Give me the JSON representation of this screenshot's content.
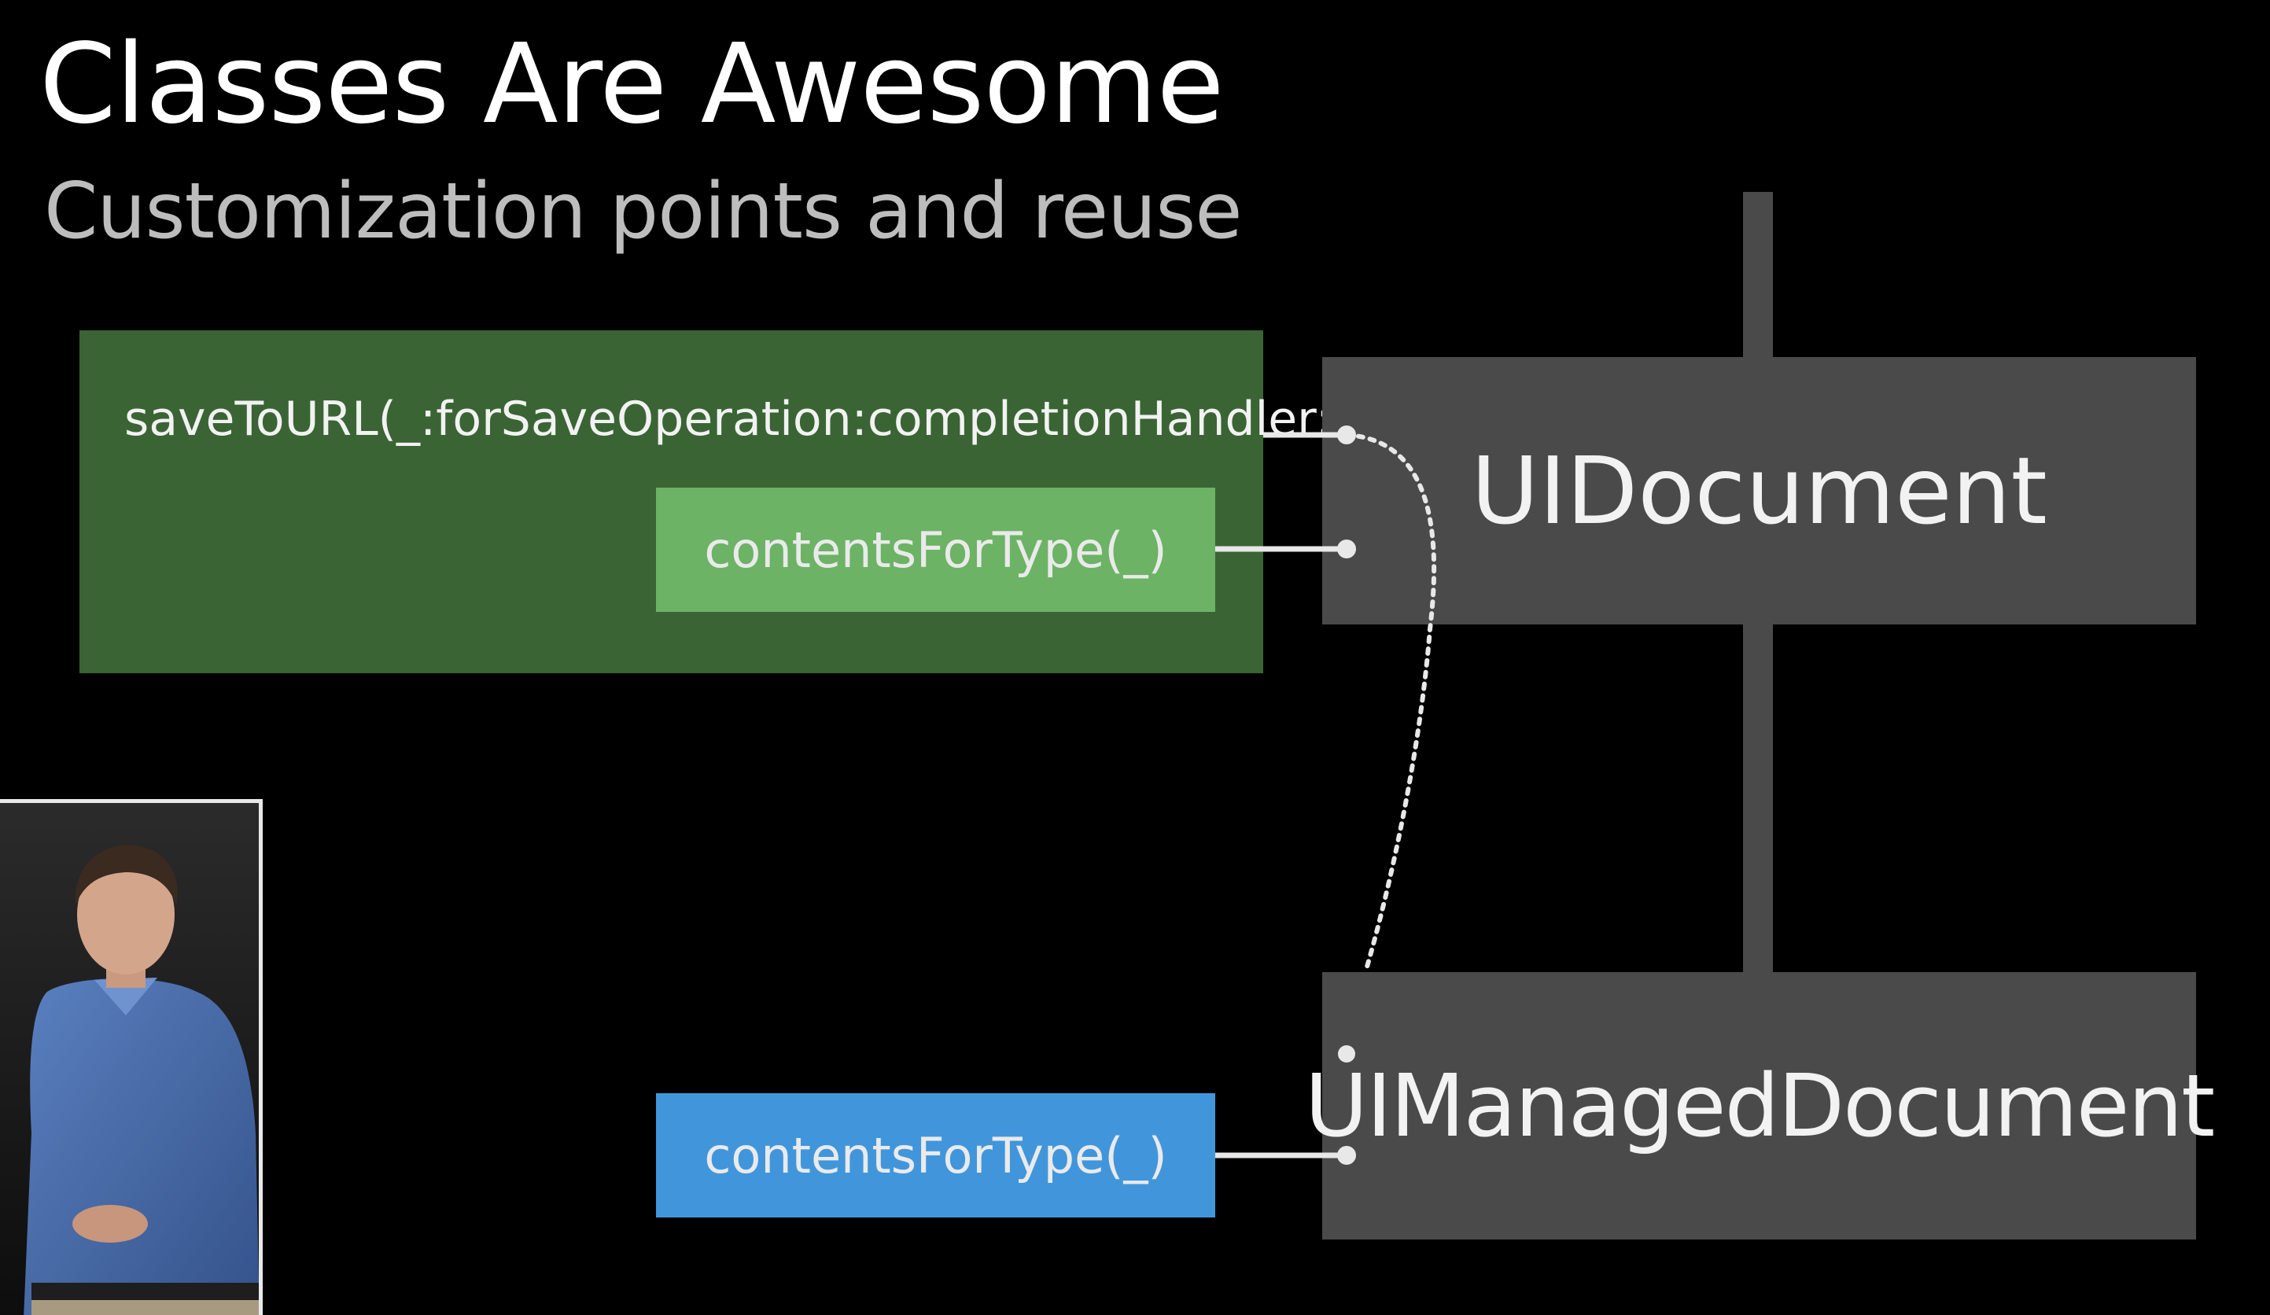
{
  "slide": {
    "title": "Classes Are Awesome",
    "subtitle": "Customization points and reuse"
  },
  "diagram": {
    "superclass": {
      "label": "UIDocument"
    },
    "subclass": {
      "label": "UIManagedDocument"
    },
    "superclass_methods": [
      "saveToURL(_:forSaveOperation:completionHandler:)",
      "contentsForType(_)"
    ],
    "subclass_override": "contentsForType(_)",
    "colors": {
      "background": "#000000",
      "class_box": "#4a4a4a",
      "hierarchy_line": "#4a4a4a",
      "outer_method_box": "#3a6434",
      "inner_method_box": "#6cb365",
      "override_method_box": "#4196db",
      "connector": "#e8e8e8"
    }
  },
  "presenter": {
    "icon": "presenter-video-inset"
  }
}
